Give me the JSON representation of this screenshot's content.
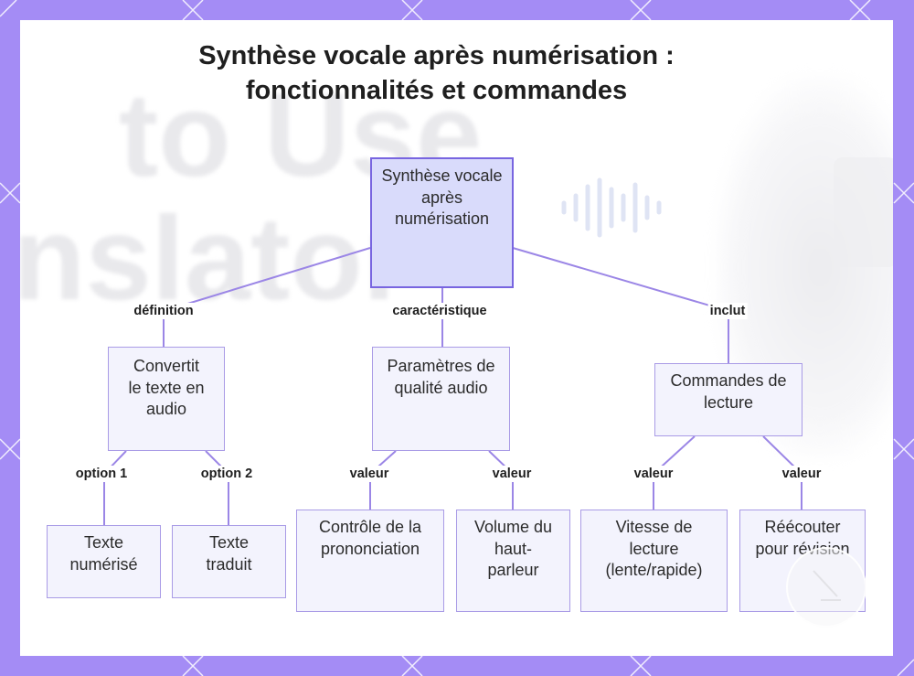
{
  "title": {
    "line1": "Synthèse vocale après numérisation :",
    "line2": "fonctionnalités et commandes"
  },
  "background_text": {
    "line1": "to Use",
    "line2": "nslator"
  },
  "nodes": {
    "root": "Synthèse vocale après numérisation",
    "convertit": "Convertit le texte en audio",
    "parametres": "Paramètres de qualité audio",
    "commandes": "Commandes de lecture",
    "texte_numerise": "Texte numérisé",
    "texte_traduit": "Texte traduit",
    "controle": "Contrôle de la prononciation",
    "volume": "Volume du haut-parleur",
    "vitesse": "Vitesse de lecture (lente/rapide)",
    "reecouter": "Réécouter pour révision"
  },
  "labels": {
    "definition": "définition",
    "caracteristique": "caractéristique",
    "inclut": "inclut",
    "option1": "option 1",
    "option2": "option 2",
    "valeur1": "valeur",
    "valeur2": "valeur",
    "valeur3": "valeur",
    "valeur4": "valeur"
  },
  "colors": {
    "frame": "#a48cf5",
    "root_fill": "#d9dbfb",
    "root_border": "#7865e0",
    "node_fill": "#f3f3fd",
    "node_border": "#a99be6",
    "connector": "#9b86e6"
  }
}
